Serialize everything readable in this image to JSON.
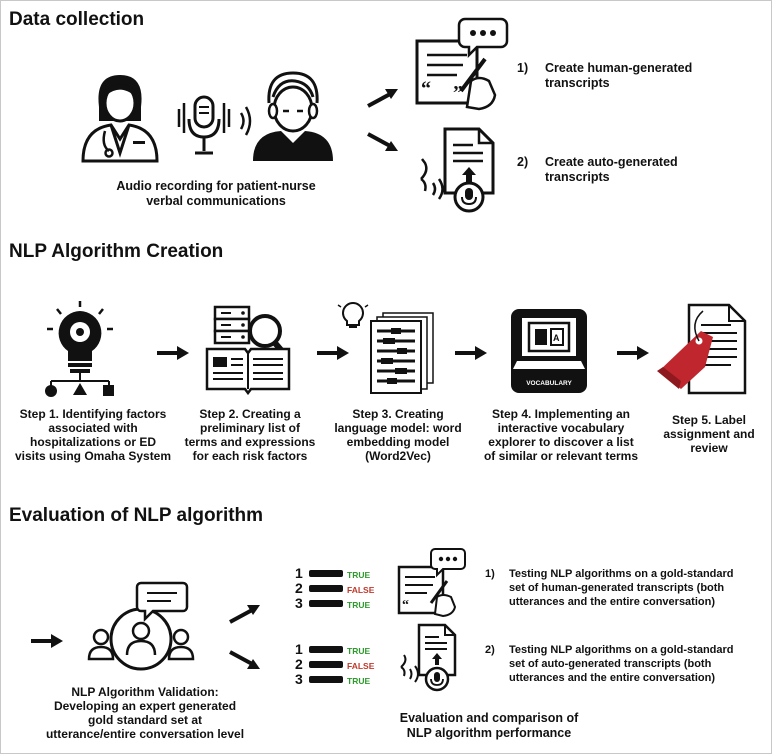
{
  "sections": {
    "data_collection": {
      "title": "Data collection",
      "caption_line1": "Audio recording for patient-nurse",
      "caption_line2": "verbal communications",
      "item1": {
        "num": "1)",
        "line1": "Create human-generated",
        "line2": "transcripts"
      },
      "item2": {
        "num": "2)",
        "line1": "Create auto-generated",
        "line2": "transcripts"
      }
    },
    "nlp_creation": {
      "title": "NLP Algorithm Creation",
      "vocab_label": "VOCABULARY",
      "steps": [
        {
          "lines": [
            "Step 1. Identifying factors",
            "associated with",
            "hospitalizations or ED",
            "visits using Omaha System"
          ]
        },
        {
          "lines": [
            "Step 2. Creating a",
            "preliminary list of",
            "terms and expressions",
            "for each risk factors"
          ]
        },
        {
          "lines": [
            "Step 3. Creating",
            "language model: word",
            "embedding model",
            "(Word2Vec)"
          ]
        },
        {
          "lines": [
            "Step 4. Implementing an",
            "interactive vocabulary",
            "explorer to discover a list",
            "of similar or relevant terms"
          ]
        },
        {
          "lines": [
            "Step 5. Label",
            "assignment and",
            "review"
          ]
        }
      ]
    },
    "evaluation": {
      "title": "Evaluation of NLP algorithm",
      "validation_lines": [
        "NLP Algorithm Validation:",
        "Developing an expert generated",
        "gold standard set at",
        "utterance/entire conversation level"
      ],
      "ranking": [
        {
          "num": "1",
          "label": "TRUE",
          "status": "true"
        },
        {
          "num": "2",
          "label": "FALSE",
          "status": "false"
        },
        {
          "num": "3",
          "label": "TRUE",
          "status": "true"
        }
      ],
      "test1": {
        "num": "1)",
        "lines": [
          "Testing NLP algorithms on a gold-standard",
          "set of human-generated transcripts (both",
          "utterances and the entire conversation)"
        ]
      },
      "test2": {
        "num": "2)",
        "lines": [
          "Testing NLP algorithms on a gold-standard",
          "set of auto-generated transcripts (both",
          "utterances and the entire conversation)"
        ]
      },
      "conclusion_line1": "Evaluation and comparison of",
      "conclusion_line2": "NLP algorithm performance"
    }
  },
  "colors": {
    "text": "#111111",
    "true_label": "#2e9a2e",
    "false_label": "#c0392b",
    "tag_red": "#c0262d",
    "tag_dark": "#8e1a20",
    "bulb_yellow": "#f2c230"
  }
}
